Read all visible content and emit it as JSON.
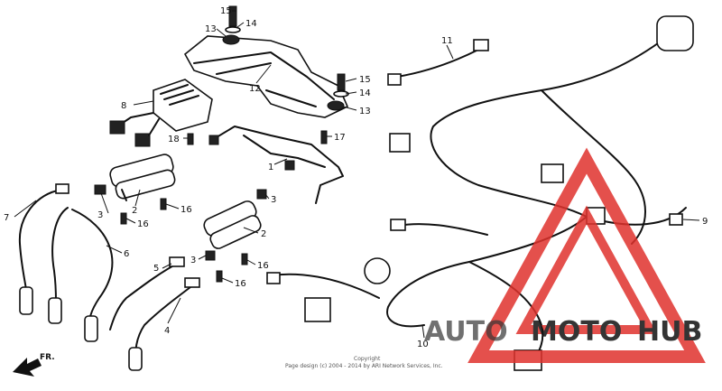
{
  "callouts": {
    "c1": "1",
    "c2a": "2",
    "c2b": "2",
    "c3a": "3",
    "c3b": "3",
    "c3c": "3",
    "c4": "4",
    "c5": "5",
    "c6": "6",
    "c7": "7",
    "c8": "8",
    "c9": "9",
    "c10": "10",
    "c11": "11",
    "c12": "12",
    "c13a": "13",
    "c13b": "13",
    "c14a": "14",
    "c14b": "14",
    "c15a": "15",
    "c15b": "15",
    "c16a": "16",
    "c16b": "16",
    "c16c": "16",
    "c16d": "16",
    "c17": "17",
    "c18": "18"
  },
  "front_marker": "FR.",
  "copyright": {
    "line1": "Copyright",
    "line2": "Page design (c) 2004 - 2014 by ARI Network Services, Inc."
  },
  "watermark": {
    "part1": "AUTO",
    "part2": "MOTO",
    "part3": "HUB",
    "color_red": "#e0322d",
    "color_gray": "#5a5a5a"
  }
}
